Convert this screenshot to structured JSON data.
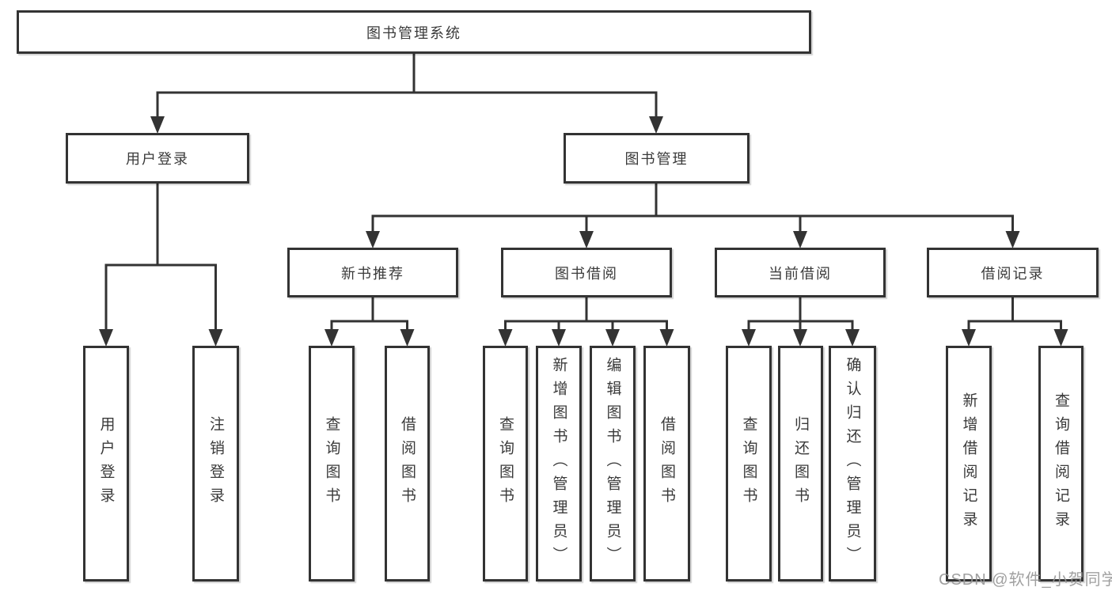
{
  "tree": {
    "root": {
      "label": "图书管理系统"
    },
    "branches": [
      {
        "label": "用户登录",
        "leaves": [
          {
            "label": "用户登录"
          },
          {
            "label": "注销登录"
          }
        ]
      },
      {
        "label": "图书管理",
        "groups": [
          {
            "label": "新书推荐",
            "leaves": [
              {
                "label": "查询图书"
              },
              {
                "label": "借阅图书"
              }
            ]
          },
          {
            "label": "图书借阅",
            "leaves": [
              {
                "label": "查询图书"
              },
              {
                "label": "新增图书（管理员）"
              },
              {
                "label": "编辑图书（管理员）"
              },
              {
                "label": "借阅图书"
              }
            ]
          },
          {
            "label": "当前借阅",
            "leaves": [
              {
                "label": "查询图书"
              },
              {
                "label": "归还图书"
              },
              {
                "label": "确认归还（管理员）"
              }
            ]
          },
          {
            "label": "借阅记录",
            "leaves": [
              {
                "label": "新增借阅记录"
              },
              {
                "label": "查询借阅记录"
              }
            ]
          }
        ]
      }
    ]
  },
  "watermark": "CSDN @软件_小贺同学",
  "colors": {
    "line": "#333333",
    "text": "#3a3a3a",
    "background": "#ffffff",
    "watermark": "#969696"
  }
}
